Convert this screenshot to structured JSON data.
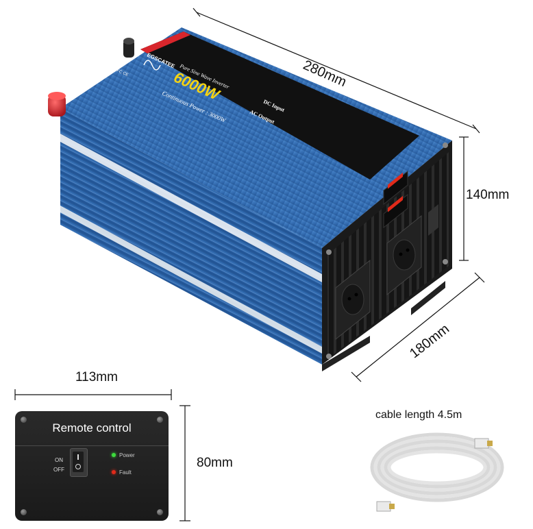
{
  "product": {
    "brand": "EGSCATEE",
    "subtitle": "Pure Sine Wave Inverter",
    "power_peak": "6000W",
    "continuous": "Continuous Power : 3000W",
    "dc_input": "DC Input",
    "ac_output": "AC Output",
    "certs": "FC CE"
  },
  "dimensions": {
    "length": "280mm",
    "height": "140mm",
    "width": "180mm",
    "remote_width": "113mm",
    "remote_height": "80mm"
  },
  "remote": {
    "title": "Remote control",
    "on_label": "ON",
    "off_label": "OFF",
    "power_label": "Power",
    "fault_label": "Fault",
    "power_led_color": "#3ddc3d",
    "fault_led_color": "#e02a1a"
  },
  "cable": {
    "label": "cable length 4.5m"
  },
  "colors": {
    "body_blue": "#2f6db4",
    "terminal_red": "#d8262c",
    "label_yellow": "#f5d313"
  }
}
